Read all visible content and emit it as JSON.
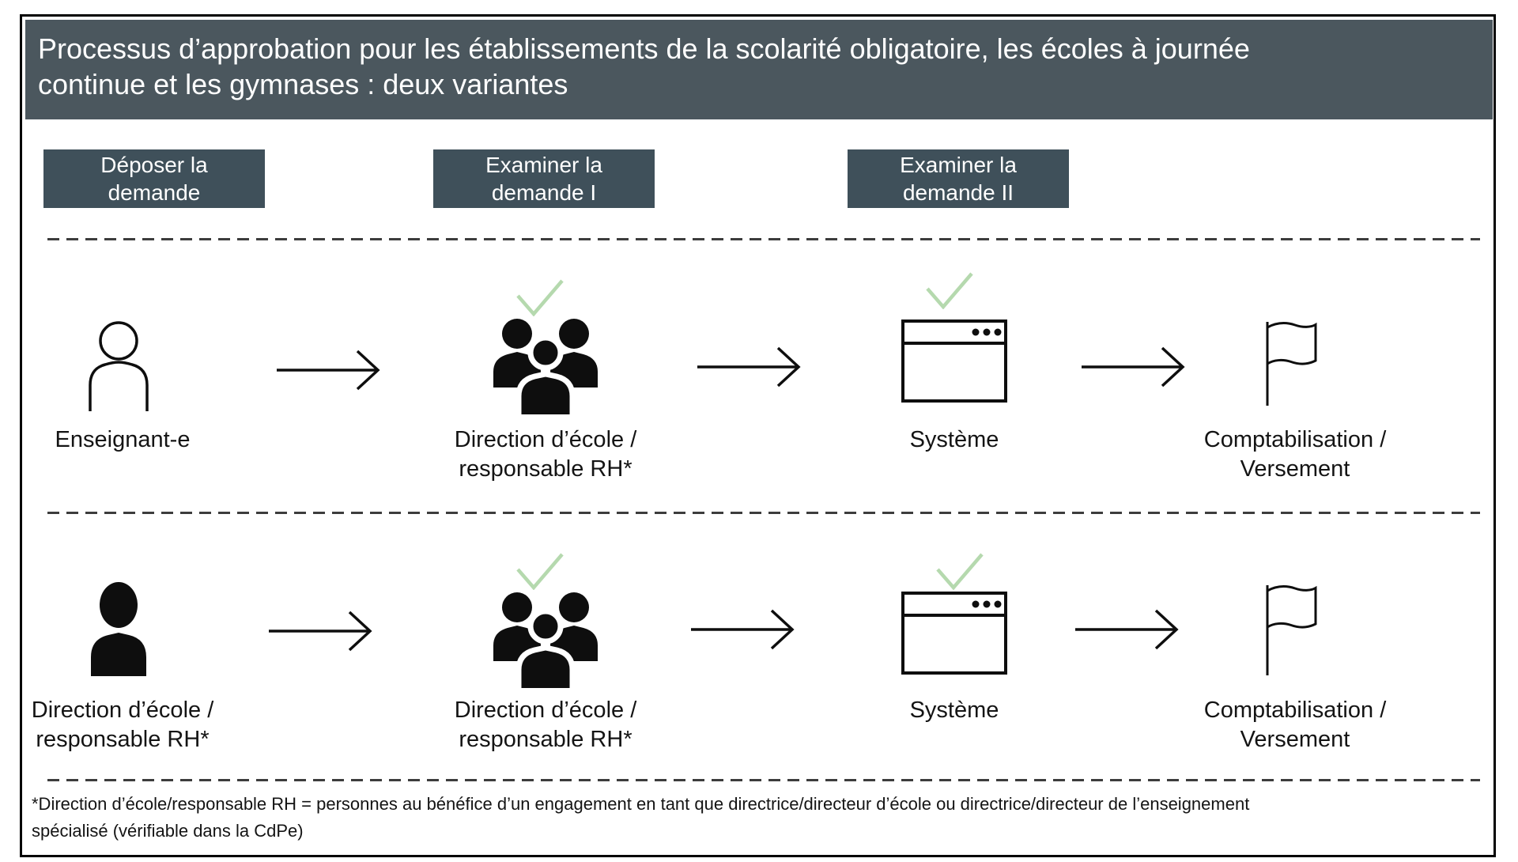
{
  "title": {
    "text": "Processus d’approbation pour les établissements de la scolarité obligatoire, les écoles à journée\ncontinue et les gymnases : deux variantes"
  },
  "phases": [
    {
      "label": "Déposer la\ndemande"
    },
    {
      "label": "Examiner la\ndemande I"
    },
    {
      "label": "Examiner la\ndemande II"
    }
  ],
  "rows": [
    {
      "nodes": [
        {
          "icon": "person-outline",
          "approved": false,
          "label": "Enseignant-e"
        },
        {
          "icon": "users-group",
          "approved": true,
          "label": "Direction d’école /\nresponsable RH*"
        },
        {
          "icon": "system-window",
          "approved": true,
          "label": "Système"
        },
        {
          "icon": "flag",
          "approved": false,
          "label": "Comptabilisation /\nVersement"
        }
      ]
    },
    {
      "nodes": [
        {
          "icon": "person-filled",
          "approved": false,
          "label": "Direction d’école /\nresponsable RH*"
        },
        {
          "icon": "users-group",
          "approved": true,
          "label": "Direction d’école /\nresponsable RH*"
        },
        {
          "icon": "system-window",
          "approved": true,
          "label": "Système"
        },
        {
          "icon": "flag",
          "approved": false,
          "label": "Comptabilisation /\nVersement"
        }
      ]
    }
  ],
  "footnote": {
    "text": "*Direction d’école/responsable RH = personnes au bénéfice d’un engagement en tant que directrice/directeur d’école ou directrice/directeur de l’enseignement\nspécialisé (vérifiable dans la CdPe)"
  },
  "colors": {
    "title_bar": "#4B575E",
    "phase_box": "#3F505A",
    "checkmark": "#B5D9AE",
    "ink": "#0E0E0E",
    "dash": "#3D3D3D",
    "border": "#000000",
    "page_bg": "#FFFFFF",
    "bar_text": "#FFFFFF"
  }
}
